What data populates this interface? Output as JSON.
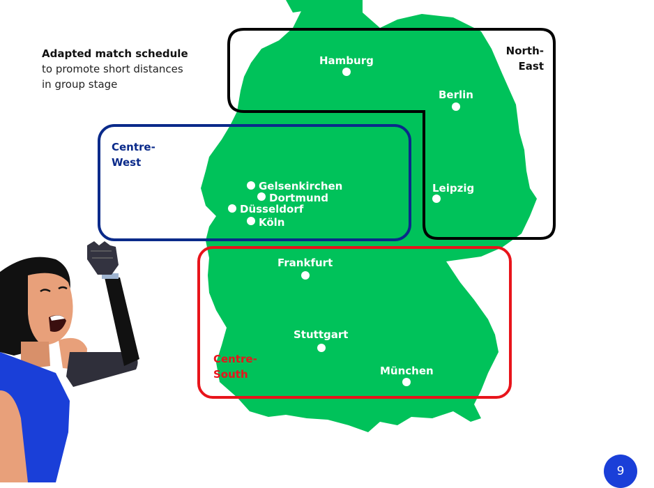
{
  "intro": {
    "title": "Adapted match schedule",
    "line1": "to promote short distances",
    "line2": "in group stage"
  },
  "regions": [
    {
      "id": "north-east",
      "lines": [
        "North-",
        "East"
      ],
      "color": "#000000"
    },
    {
      "id": "centre-west",
      "lines": [
        "Centre-",
        "West"
      ],
      "color": "#0a2a8a"
    },
    {
      "id": "centre-south",
      "lines": [
        "Centre-",
        "South"
      ],
      "color": "#e8141b"
    }
  ],
  "cities": [
    {
      "id": "hamburg",
      "name": "Hamburg"
    },
    {
      "id": "berlin",
      "name": "Berlin"
    },
    {
      "id": "leipzig",
      "name": "Leipzig"
    },
    {
      "id": "gelsenkirchen",
      "name": "Gelsenkirchen"
    },
    {
      "id": "dortmund",
      "name": "Dortmund"
    },
    {
      "id": "duesseldorf",
      "name": "Düsseldorf"
    },
    {
      "id": "koeln",
      "name": "Köln"
    },
    {
      "id": "frankfurt",
      "name": "Frankfurt"
    },
    {
      "id": "stuttgart",
      "name": "Stuttgart"
    },
    {
      "id": "muenchen",
      "name": "München"
    }
  ],
  "colors": {
    "land": "#00c25a",
    "badge": "#1a3fd8"
  },
  "page_number": "9"
}
